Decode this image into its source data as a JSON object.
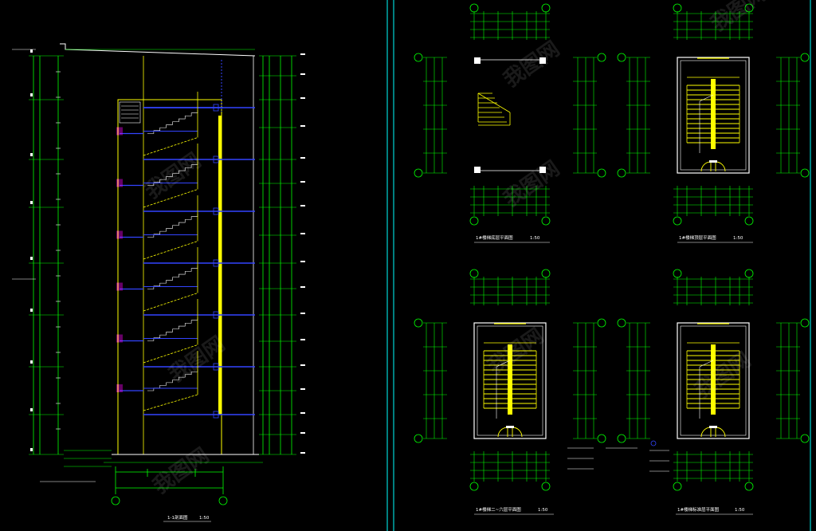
{
  "drawing": {
    "section_title": "1-1剖面图",
    "section_scale": "1:50",
    "plan_1_title": "1#楼梯底层平面图",
    "plan_1_scale": "1:50",
    "plan_2_title": "1#楼梯顶层平面图",
    "plan_2_scale": "1:50",
    "plan_3_title": "1#楼梯二~六层平面图",
    "plan_3_scale": "1:50",
    "plan_4_title": "1#楼梯标准层平面图",
    "plan_4_scale": "1:50",
    "watermark": "我图网"
  },
  "colors": {
    "background": "#000000",
    "dimension": "#00ff00",
    "wall": "#ffff00",
    "structure": "#0000ff",
    "slab": "#3344ff",
    "rail": "#ff33ff",
    "divider": "#00ffff",
    "text": "#ffffff",
    "pink": "#ff00ff"
  },
  "icons": {
    "axis_bubble": "axis-bubble-icon",
    "door_swing": "door-swing-icon"
  }
}
